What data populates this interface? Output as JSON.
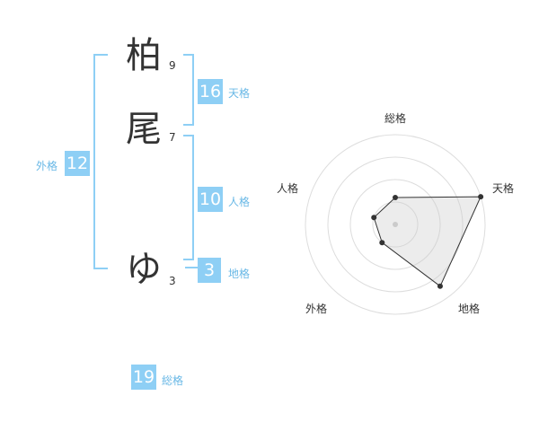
{
  "name": {
    "chars": [
      {
        "char": "柏",
        "strokes": "9"
      },
      {
        "char": "尾",
        "strokes": "7"
      },
      {
        "char": "ゆ",
        "strokes": "3"
      }
    ]
  },
  "kaku": {
    "tenkaku": {
      "value": "16",
      "label": "天格"
    },
    "jinkaku": {
      "value": "10",
      "label": "人格"
    },
    "chikaku": {
      "value": "3",
      "label": "地格"
    },
    "gaikaku": {
      "value": "12",
      "label": "外格"
    },
    "soukaku": {
      "value": "19",
      "label": "総格"
    }
  },
  "colors": {
    "accent": "#8ecff5",
    "label": "#69b8e6",
    "text": "#333333"
  },
  "chart_data": {
    "type": "radar",
    "axes": [
      "総格",
      "天格",
      "地格",
      "外格",
      "人格"
    ],
    "series": [
      {
        "values": [
          0.3,
          1.0,
          0.85,
          0.25,
          0.25
        ]
      }
    ],
    "rings": 4,
    "max": 1.0
  }
}
